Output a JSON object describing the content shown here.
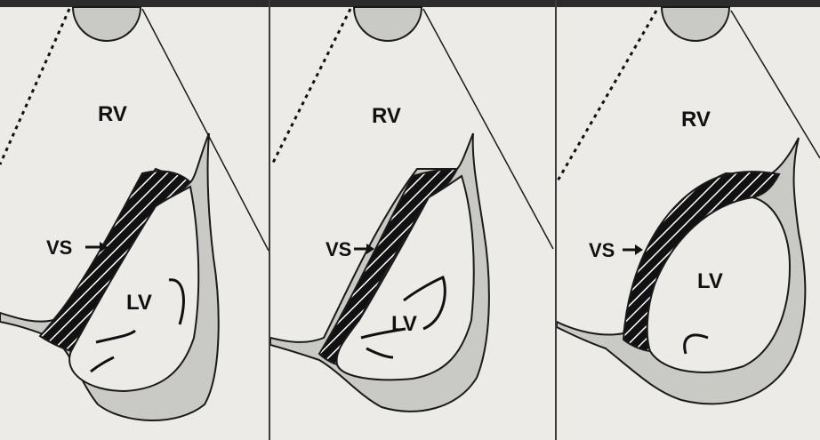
{
  "panels": [
    {
      "rv": "RV",
      "vs": "VS",
      "lv": "LV"
    },
    {
      "rv": "RV",
      "vs": "VS",
      "lv": "LV"
    },
    {
      "rv": "RV",
      "vs": "VS",
      "lv": "LV"
    }
  ],
  "colors": {
    "background": "#ecebe8",
    "myocardium": "#c9c9c6",
    "stroke": "#1a1a1a",
    "septum_hatch": "#111111"
  }
}
